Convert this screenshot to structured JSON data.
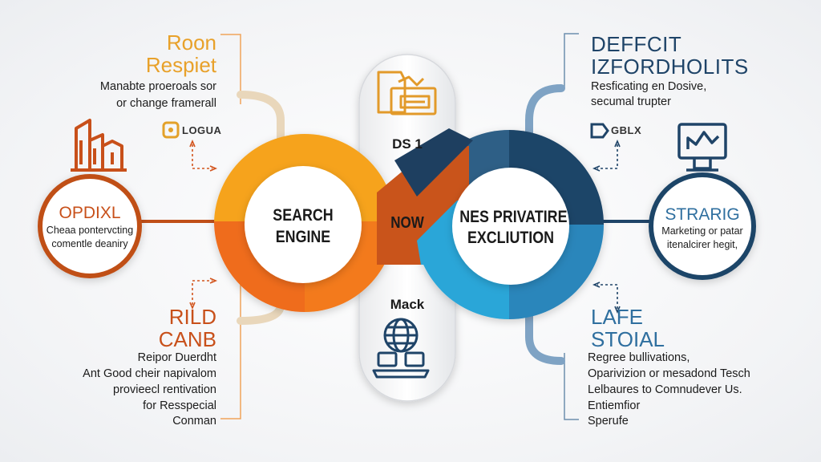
{
  "colors": {
    "orange": "#f7a21b",
    "orange_dark": "#ee6a1d",
    "rust": "#c04f18",
    "navy": "#1f4468",
    "blue": "#2b9fd1",
    "steel": "#7fa3c4",
    "tan": "#e8d8bf"
  },
  "top_left": {
    "title_line1": "Roon",
    "title_line2": "Respiet",
    "desc_line1": "Manabte proeroals sor",
    "desc_line2": "or change framerall"
  },
  "top_right": {
    "title_line1": "DEFFCIT",
    "title_line2": "IZFORDHOLITS",
    "desc_line1": "Resficating en Dosive,",
    "desc_line2": "secumal trupter"
  },
  "bottom_left": {
    "title_line1": "RILD",
    "title_line2": "CANB",
    "desc_lines": [
      "Reipor Duerdht",
      "Ant Good cheir napivalom",
      "provieecl rentivation",
      "for Resspecial",
      "Conman"
    ]
  },
  "bottom_right": {
    "title_line1": "LAFE",
    "title_line2": "STOIAL",
    "desc_lines": [
      "Regree bullivations,",
      "Oparivizion or mesadond Tesch",
      "Lelbaures to Comnudever Us.",
      "Entiemfior",
      "Sperufe"
    ]
  },
  "left_node": {
    "title": "OPDIXL",
    "desc_line1": "Cheaa pontervcting",
    "desc_line2": "comentle deaniry",
    "icon": "factory-icon"
  },
  "right_node": {
    "title": "STRARIG",
    "desc_line1": "Marketing or patar",
    "desc_line2": "itenalcirer hegit,",
    "icon": "monitor-icon"
  },
  "hub_left": {
    "line1": "SEARCH",
    "line2": "ENGINE"
  },
  "hub_right": {
    "line1": "NES PRIVATIRE",
    "line2": "EXCLIUTION"
  },
  "connector_label": "NOW",
  "pill": {
    "top_label": "DS 1",
    "bottom_label": "Mack",
    "top_icon": "laptop-icon",
    "bottom_icon": "globe-computer-icon"
  },
  "tags": {
    "left": "LOGUA",
    "right": "GBLX"
  }
}
